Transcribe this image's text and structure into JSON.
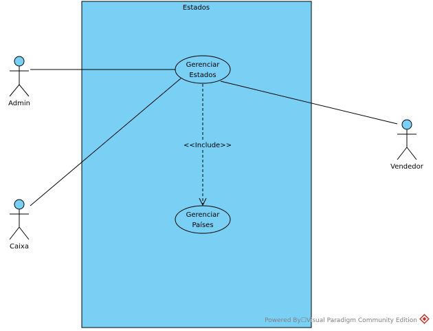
{
  "system": {
    "title": "Estados",
    "fill": "#7ACFF5",
    "stroke": "#000000"
  },
  "actors": [
    {
      "id": "admin",
      "label": "Admin",
      "fill": "#7ACFF5"
    },
    {
      "id": "caixa",
      "label": "Caixa",
      "fill": "#7ACFF5"
    },
    {
      "id": "vendedor",
      "label": "Vendedor",
      "fill": "#7ACFF5"
    }
  ],
  "usecases": [
    {
      "id": "gerenciar_estados",
      "line1": "Gerenciar",
      "line2": "Estados"
    },
    {
      "id": "gerenciar_paises",
      "line1": "Gerenciar",
      "line2": "Países"
    }
  ],
  "relations": [
    {
      "id": "admin_estados",
      "type": "association"
    },
    {
      "id": "caixa_estados",
      "type": "association"
    },
    {
      "id": "vendedor_estados",
      "type": "association"
    },
    {
      "id": "estados_paises",
      "type": "include",
      "label": "<<Include>>"
    }
  ],
  "watermark": {
    "text": "Powered By☐Visual Paradigm Community Edition",
    "icon": "visual-paradigm-logo-icon",
    "accent": "#C0392B"
  }
}
